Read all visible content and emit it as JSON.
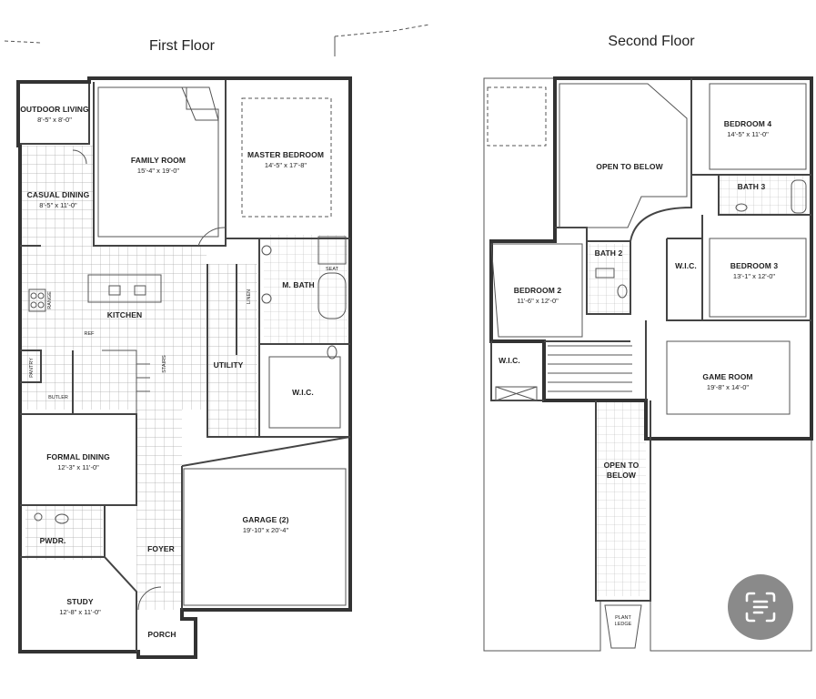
{
  "first_floor": {
    "title": "First Floor",
    "rooms": {
      "outdoor_living": {
        "name": "OUTDOOR LIVING",
        "dims": "8'-5\" x 8'-0\""
      },
      "family_room": {
        "name": "FAMILY ROOM",
        "dims": "15'-4\" x 19'-0\""
      },
      "master_bedroom": {
        "name": "MASTER BEDROOM",
        "dims": "14'-5\" x 17'-8\""
      },
      "casual_dining": {
        "name": "CASUAL DINING",
        "dims": "8'-5\" x 11'-0\""
      },
      "kitchen": {
        "name": "KITCHEN"
      },
      "m_bath": {
        "name": "M. BATH"
      },
      "utility": {
        "name": "UTILITY"
      },
      "wic": {
        "name": "W.I.C."
      },
      "butler": {
        "name": "BUTLER"
      },
      "formal_dining": {
        "name": "FORMAL DINING",
        "dims": "12'-3\" x 11'-0\""
      },
      "garage": {
        "name": "GARAGE (2)",
        "dims": "19'-10\" x 20'-4\""
      },
      "pwdr": {
        "name": "PWDR."
      },
      "foyer": {
        "name": "FOYER"
      },
      "study": {
        "name": "STUDY",
        "dims": "12'-8\" x 11'-0\""
      },
      "porch": {
        "name": "PORCH"
      }
    },
    "small_labels": {
      "seat": "SEAT",
      "ref": "REF",
      "pantry": "PANTRY",
      "range": "RANGE",
      "stairs": "STAIRS",
      "linen": "LINEN"
    }
  },
  "second_floor": {
    "title": "Second Floor",
    "rooms": {
      "open_to_below_top": {
        "name": "OPEN TO BELOW"
      },
      "bedroom4": {
        "name": "BEDROOM 4",
        "dims": "14'-5\" x 11'-0\""
      },
      "bath3": {
        "name": "BATH 3"
      },
      "bath2": {
        "name": "BATH 2"
      },
      "bedroom2": {
        "name": "BEDROOM 2",
        "dims": "11'-6\" x 12'-0\""
      },
      "wic_b3": {
        "name": "W.I.C."
      },
      "bedroom3": {
        "name": "BEDROOM 3",
        "dims": "13'-1\" x 12'-0\""
      },
      "wic_b2": {
        "name": "W.I.C."
      },
      "game_room": {
        "name": "GAME ROOM",
        "dims": "19'-8\" x 14'-0\""
      },
      "open_to_below_mid_1": "OPEN TO",
      "open_to_below_mid_2": "BELOW",
      "plant_ledge_1": "PLANT",
      "plant_ledge_2": "LEDGE"
    }
  },
  "overlay": {
    "icon": "scan-text-icon"
  }
}
